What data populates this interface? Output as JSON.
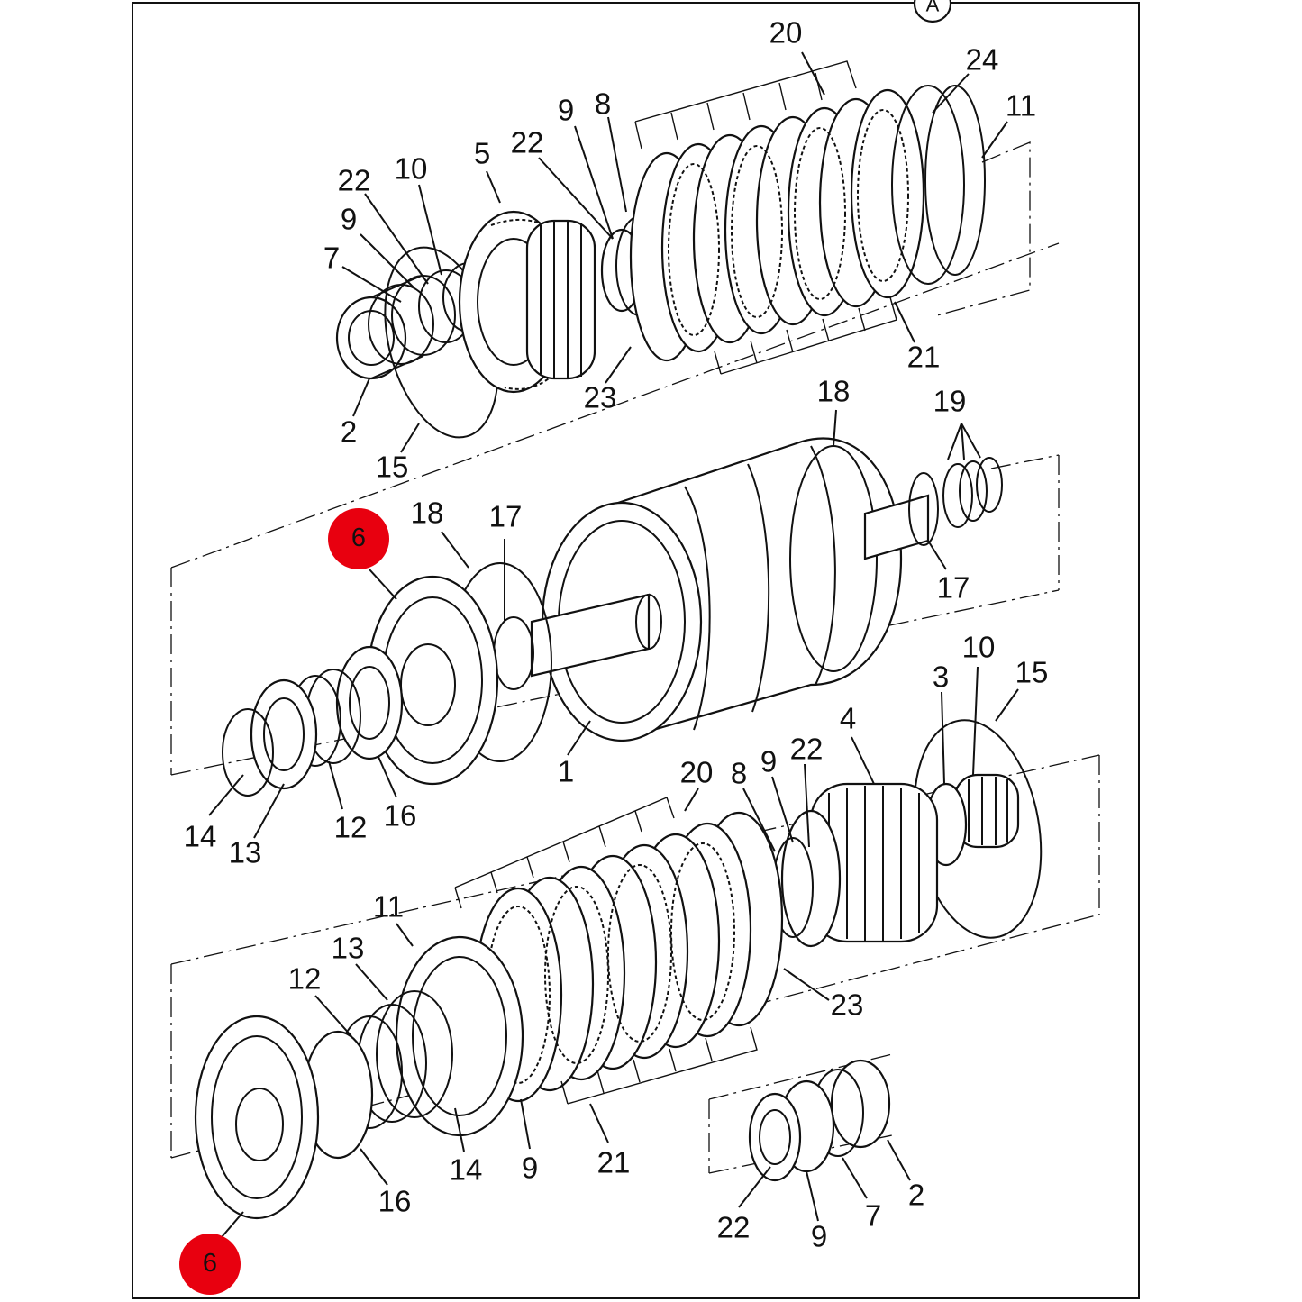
{
  "corner_label": "A",
  "highlight_color": "#e8000f",
  "labels": [
    {
      "id": "l-20-top",
      "text": "20"
    },
    {
      "id": "l-24-top",
      "text": "24"
    },
    {
      "id": "l-11-top",
      "text": "11"
    },
    {
      "id": "l-9-top-a",
      "text": "9"
    },
    {
      "id": "l-8-top",
      "text": "8"
    },
    {
      "id": "l-22-top-a",
      "text": "22"
    },
    {
      "id": "l-5-top",
      "text": "5"
    },
    {
      "id": "l-22-top-b",
      "text": "22"
    },
    {
      "id": "l-10-top",
      "text": "10"
    },
    {
      "id": "l-9-top-b",
      "text": "9"
    },
    {
      "id": "l-7-top",
      "text": "7"
    },
    {
      "id": "l-2-top",
      "text": "2"
    },
    {
      "id": "l-15-top",
      "text": "15"
    },
    {
      "id": "l-23-top",
      "text": "23"
    },
    {
      "id": "l-21-top",
      "text": "21"
    },
    {
      "id": "l-18-mid-a",
      "text": "18"
    },
    {
      "id": "l-19-mid",
      "text": "19"
    },
    {
      "id": "l-18-mid-b",
      "text": "18"
    },
    {
      "id": "l-17-mid-a",
      "text": "17"
    },
    {
      "id": "l-17-mid-b",
      "text": "17"
    },
    {
      "id": "l-1-mid",
      "text": "1"
    },
    {
      "id": "l-14-mid",
      "text": "14"
    },
    {
      "id": "l-13-mid",
      "text": "13"
    },
    {
      "id": "l-12-mid",
      "text": "12"
    },
    {
      "id": "l-16-mid",
      "text": "16"
    },
    {
      "id": "l-10-mid",
      "text": "10"
    },
    {
      "id": "l-15-mid",
      "text": "15"
    },
    {
      "id": "l-3-mid",
      "text": "3"
    },
    {
      "id": "l-4-mid",
      "text": "4"
    },
    {
      "id": "l-22-mid",
      "text": "22"
    },
    {
      "id": "l-9-mid",
      "text": "9"
    },
    {
      "id": "l-8-mid",
      "text": "8"
    },
    {
      "id": "l-20-mid",
      "text": "20"
    },
    {
      "id": "l-11-bot",
      "text": "11"
    },
    {
      "id": "l-13-bot",
      "text": "13"
    },
    {
      "id": "l-12-bot",
      "text": "12"
    },
    {
      "id": "l-23-bot",
      "text": "23"
    },
    {
      "id": "l-14-bot",
      "text": "14"
    },
    {
      "id": "l-9-bot-a",
      "text": "9"
    },
    {
      "id": "l-21-bot",
      "text": "21"
    },
    {
      "id": "l-16-bot",
      "text": "16"
    },
    {
      "id": "l-2-bot",
      "text": "2"
    },
    {
      "id": "l-7-bot",
      "text": "7"
    },
    {
      "id": "l-22-bot",
      "text": "22"
    },
    {
      "id": "l-9-bot-b",
      "text": "9"
    }
  ],
  "highlighted_labels": [
    {
      "id": "h-6-mid",
      "text": "6"
    },
    {
      "id": "h-6-bot",
      "text": "6"
    }
  ]
}
